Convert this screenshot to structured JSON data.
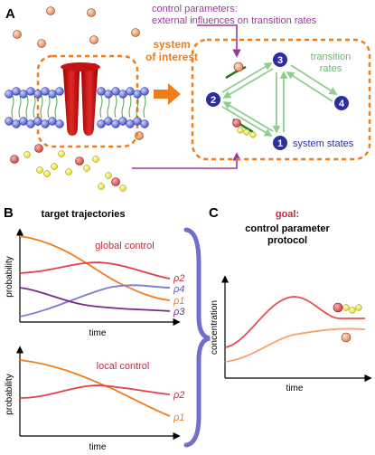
{
  "panel_a": {
    "letter": "A",
    "control_label_line1": "control parameters:",
    "control_label_line2": "external influences on transition rates",
    "system_label_line1": "system",
    "system_label_line2": "of interest",
    "transition_label_line1": "transition",
    "transition_label_line2": "rates",
    "system_states_label": "system states",
    "states": [
      "1",
      "2",
      "3",
      "4"
    ],
    "colors": {
      "purple": "#9b3a9b",
      "orange": "#f07d1a",
      "green": "#5aa85a",
      "navy": "#2b2f9e",
      "red": "#d91f26"
    }
  },
  "panel_b": {
    "letter": "B",
    "title": "target trajectories",
    "global_label": "global control",
    "local_label": "local control",
    "ylabel": "probability",
    "xlabel": "time",
    "series_labels_global": [
      "ρ2",
      "ρ4",
      "ρ1",
      "ρ3"
    ],
    "series_labels_local": [
      "ρ2",
      "ρ1"
    ]
  },
  "panel_c": {
    "letter": "C",
    "goal_label": "goal:",
    "title_line1": "control parameter",
    "title_line2": "protocol",
    "ylabel": "concentration",
    "xlabel": "time"
  }
}
